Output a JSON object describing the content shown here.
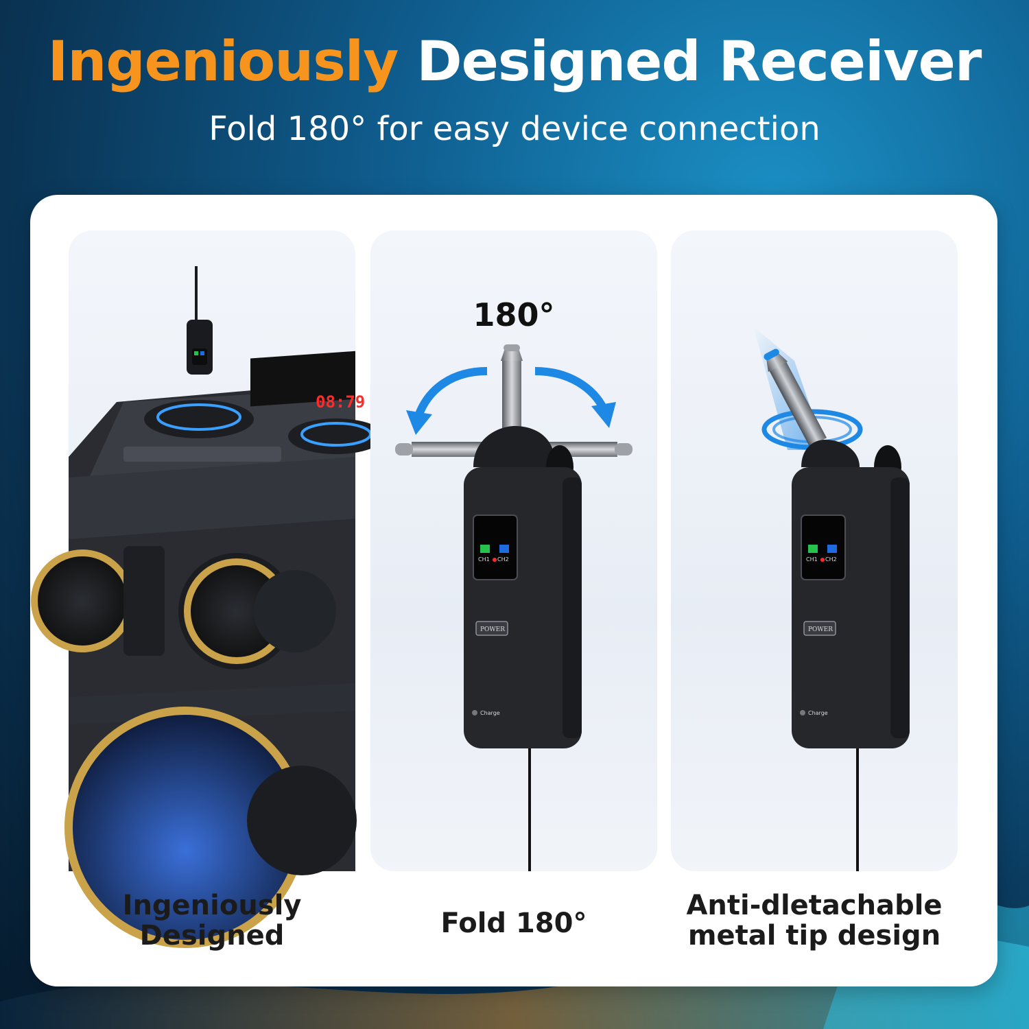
{
  "header": {
    "title_accent": "Ingeniously",
    "title_rest": " Designed Receiver",
    "subtitle": "Fold 180° for easy device connection"
  },
  "panels": [
    {
      "caption_line1": "Ingeniously",
      "caption_line2": "Designed"
    },
    {
      "angle_label": "180°",
      "caption": "Fold 180°"
    },
    {
      "caption_line1": "Anti-dletachable",
      "caption_line2": "metal tip design"
    }
  ],
  "device": {
    "ch1_label": "CH1",
    "ch2_label": "CH2",
    "power_label": "POWER",
    "charge_label": "Charge"
  },
  "speaker": {
    "display_text": "08:79"
  },
  "colors": {
    "accent": "#f7941d",
    "arrow_blue": "#1e88e5",
    "ch1_led": "#27c24c",
    "ch2_led": "#1e6be0"
  }
}
